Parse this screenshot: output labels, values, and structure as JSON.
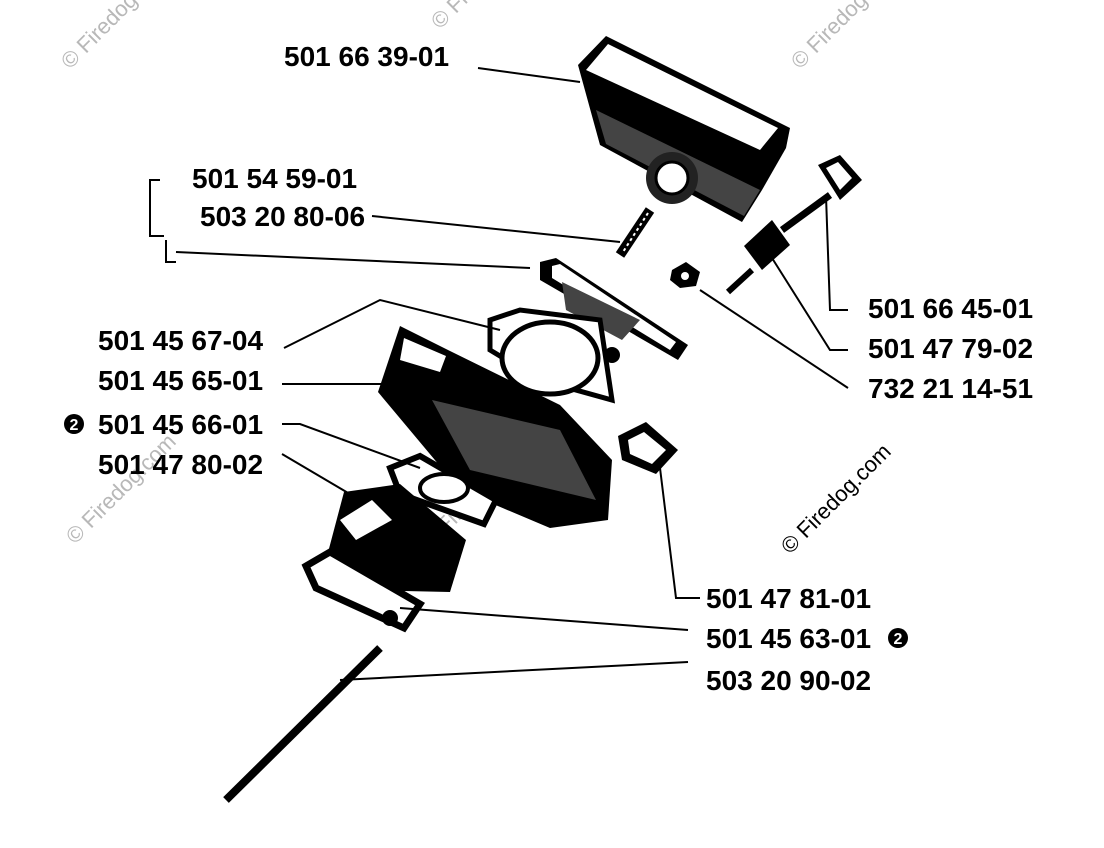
{
  "parts": [
    {
      "number": "501 66 39-01"
    },
    {
      "number": "501 54 59-01"
    },
    {
      "number": "503 20 80-06"
    },
    {
      "number": "501 45 67-04"
    },
    {
      "number": "501 45 65-01"
    },
    {
      "number": "501 45 66-01",
      "marker": "2"
    },
    {
      "number": "501 47 80-02"
    },
    {
      "number": "501 66 45-01"
    },
    {
      "number": "501 47 79-02"
    },
    {
      "number": "732 21 14-51"
    },
    {
      "number": "501 47 81-01"
    },
    {
      "number": "501 45 63-01",
      "marker": "2"
    },
    {
      "number": "503 20 90-02"
    }
  ],
  "watermark": "© Firedog.com",
  "colors": {
    "ink": "#000000",
    "watermark": "#b8b8b8"
  }
}
